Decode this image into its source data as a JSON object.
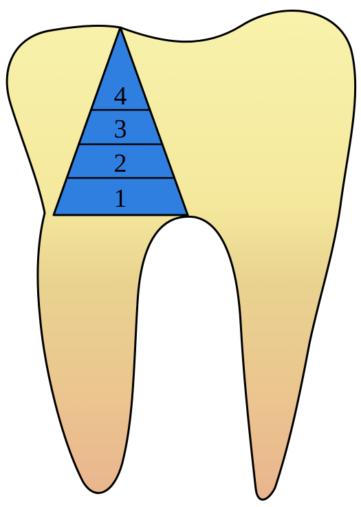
{
  "diagram": {
    "layers": [
      {
        "label": "4"
      },
      {
        "label": "3"
      },
      {
        "label": "2"
      },
      {
        "label": "1"
      }
    ]
  },
  "colors": {
    "crown_yellow": "#f7f0a4",
    "root_tan": "#e7d08c",
    "root_pink": "#e9b992",
    "wedge_blue": "#2f7fe0",
    "outline": "#000000"
  }
}
